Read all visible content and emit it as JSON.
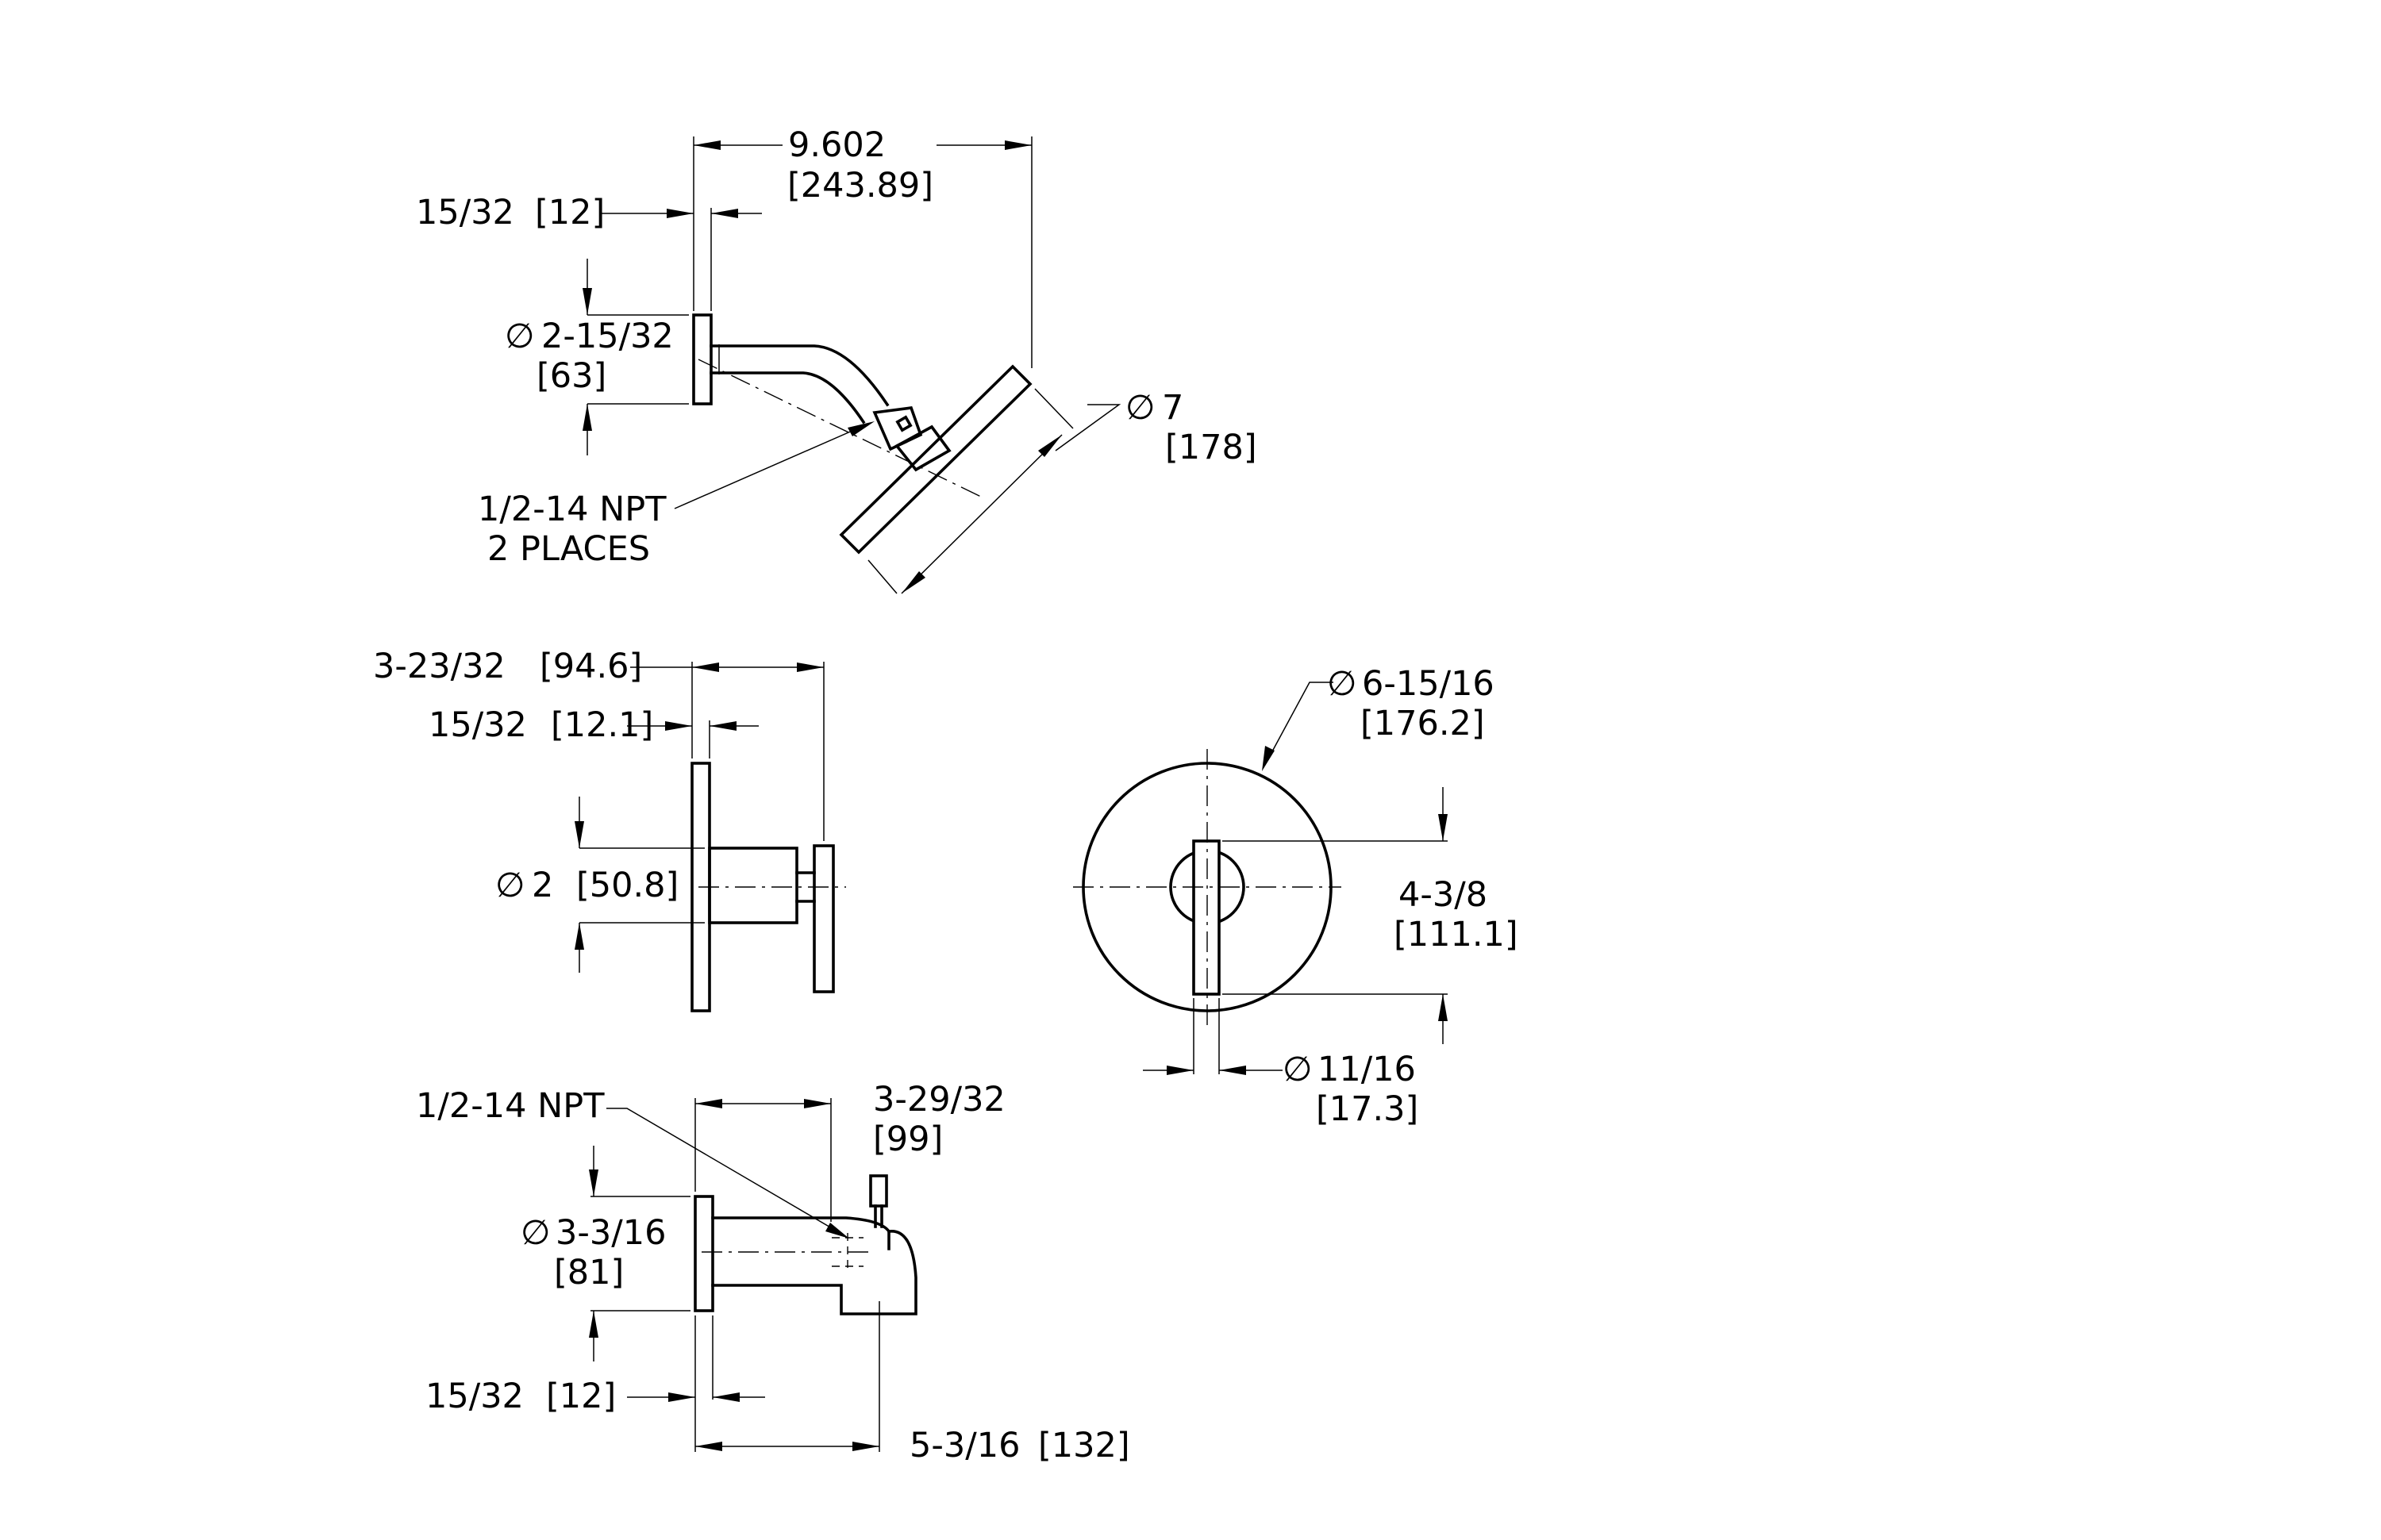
{
  "shower_head": {
    "arm_length": "9.602",
    "arm_length_mm": "[243.89]",
    "flange_thickness": "15/32",
    "flange_thickness_mm": "[12]",
    "flange_diameter": "2-15/32",
    "flange_diameter_mm": "[63]",
    "head_diameter": "7",
    "head_diameter_mm": "[178]",
    "thread_note_line1": "1/2-14  NPT",
    "thread_note_line2": "2  PLACES"
  },
  "valve_side": {
    "depth": "3-23/32",
    "depth_mm": "[94.6]",
    "plate_thickness": "15/32",
    "plate_thickness_mm": "[12.1]",
    "hub_diameter": "2",
    "hub_diameter_mm": "[50.8]"
  },
  "valve_front": {
    "plate_diameter": "6-15/16",
    "plate_diameter_mm": "[176.2]",
    "handle_length": "4-3/8",
    "handle_length_mm": "[111.1]",
    "handle_width": "11/16",
    "handle_width_mm": "[17.3]"
  },
  "tub_spout": {
    "thread_note": "1/2-14  NPT",
    "outlet_offset": "3-29/32",
    "outlet_offset_mm": "[99]",
    "flange_diameter": "3-3/16",
    "flange_diameter_mm": "[81]",
    "flange_thickness": "15/32",
    "flange_thickness_mm": "[12]",
    "spout_length": "5-3/16",
    "spout_length_mm": "[132]"
  },
  "symbols": {
    "diameter": "∅"
  }
}
